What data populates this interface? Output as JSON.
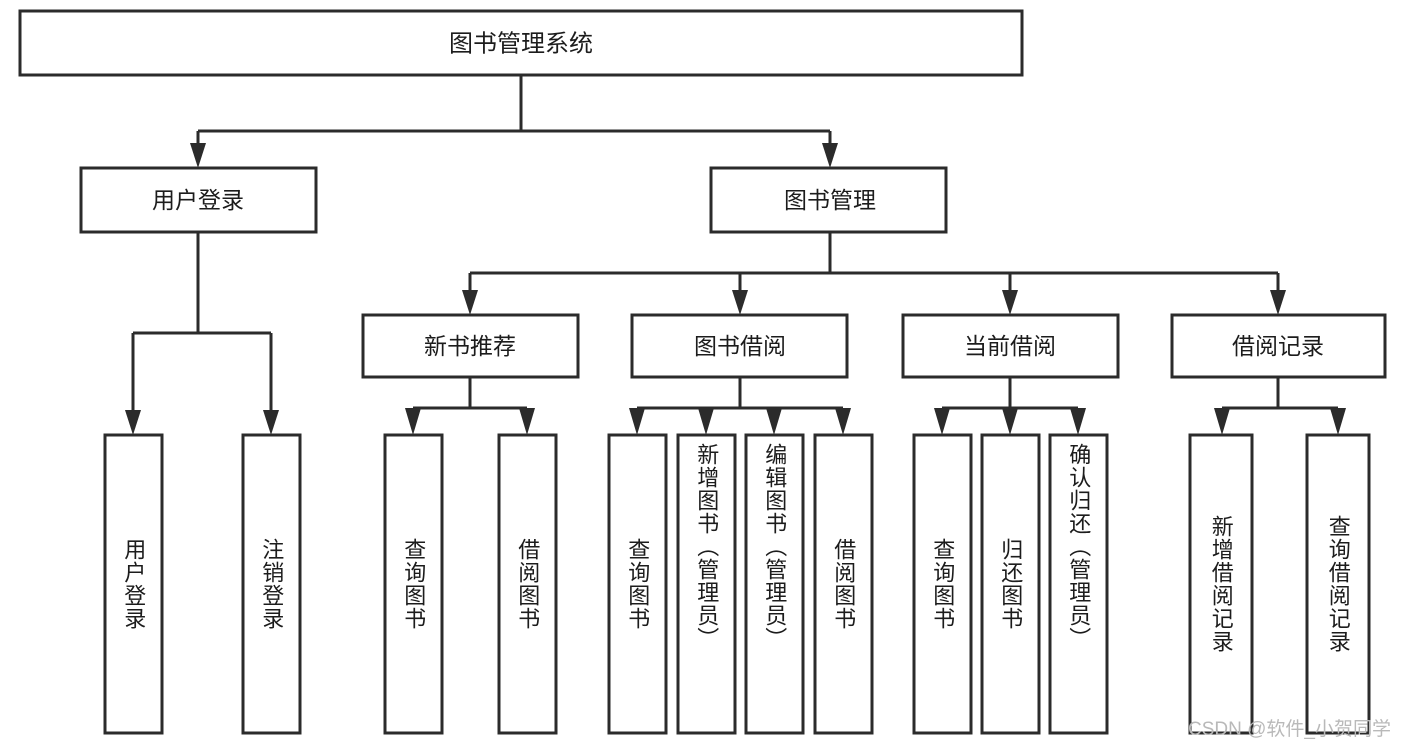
{
  "diagram": {
    "title_node": {
      "label": "图书管理系统"
    },
    "level2": [
      {
        "id": "user-login",
        "label": "用户登录"
      },
      {
        "id": "book-management",
        "label": "图书管理"
      }
    ],
    "level3": [
      {
        "id": "new-book-recommend",
        "label": "新书推荐"
      },
      {
        "id": "book-borrow",
        "label": "图书借阅"
      },
      {
        "id": "current-borrow",
        "label": "当前借阅"
      },
      {
        "id": "borrow-record",
        "label": "借阅记录"
      }
    ],
    "leaves": [
      {
        "id": "leaf-user-login",
        "label": "用户登录",
        "parent": "user-login"
      },
      {
        "id": "leaf-logout",
        "label": "注销登录",
        "parent": "user-login"
      },
      {
        "id": "leaf-query-book-1",
        "label": "查询图书",
        "parent": "new-book-recommend"
      },
      {
        "id": "leaf-borrow-book-1",
        "label": "借阅图书",
        "parent": "new-book-recommend"
      },
      {
        "id": "leaf-query-book-2",
        "label": "查询图书",
        "parent": "book-borrow"
      },
      {
        "id": "leaf-add-book",
        "label": "新增图书（管理员）",
        "parent": "book-borrow"
      },
      {
        "id": "leaf-edit-book",
        "label": "编辑图书（管理员）",
        "parent": "book-borrow"
      },
      {
        "id": "leaf-borrow-book-2",
        "label": "借阅图书",
        "parent": "book-borrow"
      },
      {
        "id": "leaf-query-book-3",
        "label": "查询图书",
        "parent": "current-borrow"
      },
      {
        "id": "leaf-return-book",
        "label": "归还图书",
        "parent": "current-borrow"
      },
      {
        "id": "leaf-confirm-return",
        "label": "确认归还（管理员）",
        "parent": "current-borrow"
      },
      {
        "id": "leaf-add-record",
        "label": "新增借阅记录",
        "parent": "borrow-record"
      },
      {
        "id": "leaf-query-record",
        "label": "查询借阅记录",
        "parent": "borrow-record"
      }
    ]
  },
  "watermark": {
    "text": "CSDN @软件_小贺同学"
  },
  "colors": {
    "background": "#ffffff",
    "stroke": "#2b2b2b",
    "text": "#1c1c1c",
    "watermark": "#b9b9b9"
  }
}
